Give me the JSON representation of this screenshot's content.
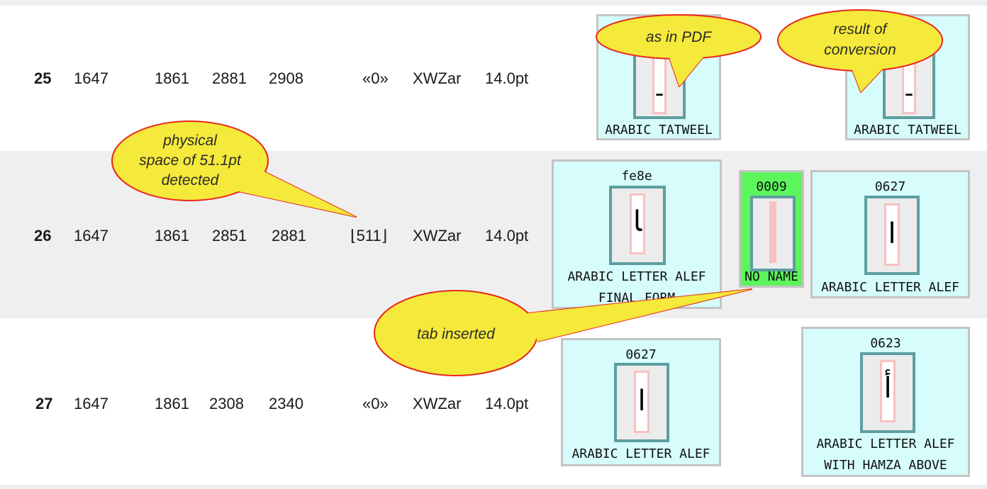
{
  "rows": [
    {
      "num": "25",
      "c1": "1647",
      "c2": "1861",
      "c3": "2881",
      "c4": "2908",
      "code": "«0»",
      "font": "XWZar",
      "size": "14.0pt"
    },
    {
      "num": "26",
      "c1": "1647",
      "c2": "1861",
      "c3": "2851",
      "c4": "2881",
      "code": "⌊511⌋",
      "font": "XWZar",
      "size": "14.0pt"
    },
    {
      "num": "27",
      "c1": "1647",
      "c2": "1861",
      "c3": "2308",
      "c4": "2340",
      "code": "«0»",
      "font": "XWZar",
      "size": "14.0pt"
    }
  ],
  "glyphs": {
    "r25_pdf": {
      "name": "ARABIC TATWEEL",
      "char": "ـ"
    },
    "r25_conv": {
      "name": "ARABIC TATWEEL",
      "char": "ـ"
    },
    "r26_pdf": {
      "code": "fe8e",
      "name1": "ARABIC LETTER ALEF",
      "name2": "FINAL FORM",
      "char": "ﺎ"
    },
    "r26_tab": {
      "code": "0009",
      "name": "NO NAME"
    },
    "r26_conv": {
      "code": "0627",
      "name": "ARABIC LETTER ALEF",
      "char": "ا"
    },
    "r27_pdf": {
      "code": "0627",
      "name": "ARABIC LETTER ALEF",
      "char": "ا"
    },
    "r27_conv": {
      "code": "0623",
      "name1": "ARABIC LETTER ALEF",
      "name2": "WITH HAMZA ABOVE",
      "char": "أ"
    }
  },
  "callouts": {
    "as_in_pdf": "as in PDF",
    "result_1": "result of",
    "result_2": "conversion",
    "physical_1": "physical",
    "physical_2": "space of 51.1pt",
    "physical_3": "detected",
    "tab_inserted": "tab inserted"
  },
  "colors": {
    "callout_fill": "#f5e93b",
    "callout_stroke": "#e8271c",
    "box_bg": "#d6fcfc",
    "tab_bg": "#5cf55c",
    "frame": "#5f9ea0"
  }
}
